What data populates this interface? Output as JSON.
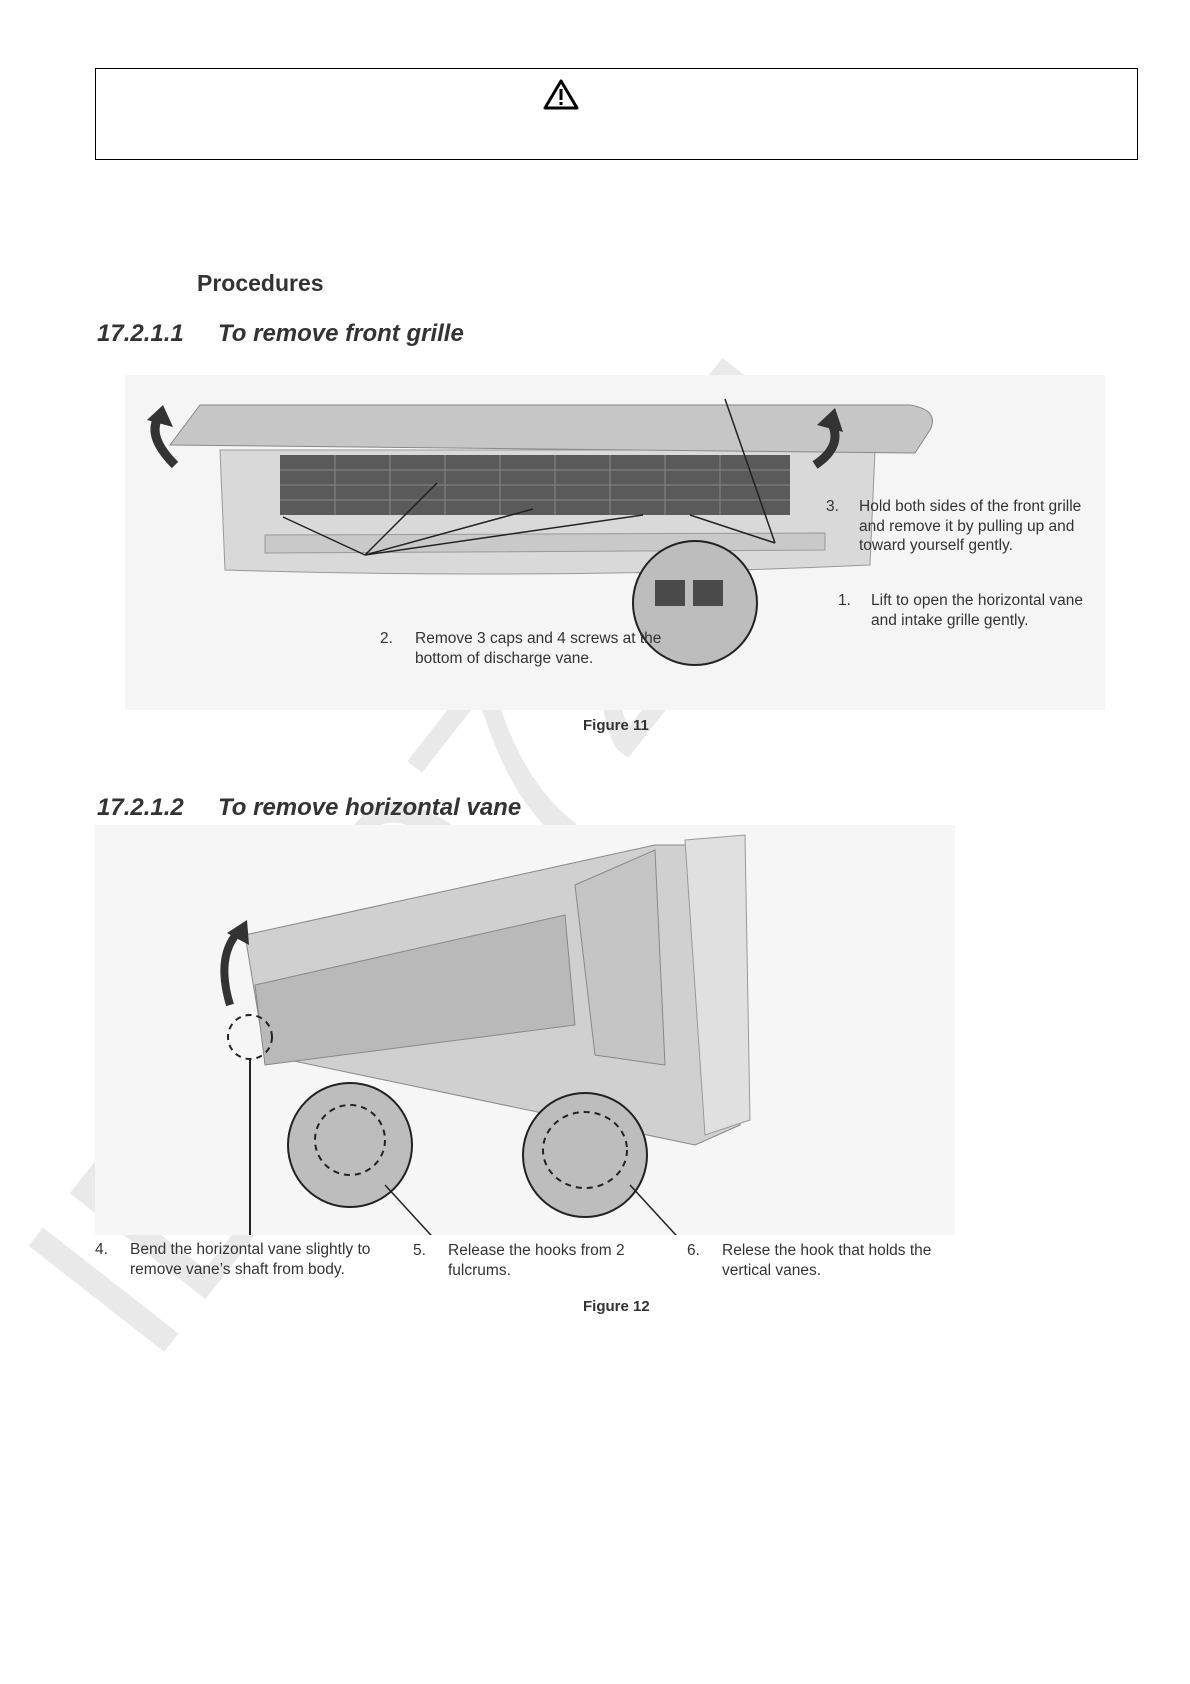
{
  "warning": {
    "icon": "warning-triangle-icon",
    "text": ""
  },
  "procedures_heading": "Procedures",
  "section1": {
    "number": "17.2.1.1",
    "title": "To remove front grille",
    "figure_caption": "Figure 11",
    "steps": [
      {
        "num": "3.",
        "text": "Hold both sides of the front grille and remove it by pulling up and toward yourself gently."
      },
      {
        "num": "1.",
        "text": "Lift to open the horizontal vane and intake grille gently."
      },
      {
        "num": "2.",
        "text": "Remove 3 caps and 4 screws at the bottom of discharge vane."
      }
    ]
  },
  "section2": {
    "number": "17.2.1.2",
    "title": "To remove horizontal vane",
    "figure_caption": "Figure 12",
    "steps": [
      {
        "num": "4.",
        "text": "Bend the horizontal vane slightly to remove vane’s shaft from body."
      },
      {
        "num": "5.",
        "text": "Release the hooks from 2 fulcrums."
      },
      {
        "num": "6.",
        "text": "Relese the hook that holds the vertical vanes."
      }
    ]
  },
  "watermark_text": "ID:A07254",
  "colors": {
    "text": "#333333",
    "border": "#000000",
    "watermark": "#e6e6e6",
    "photo_bg": "#f4f4f4"
  }
}
